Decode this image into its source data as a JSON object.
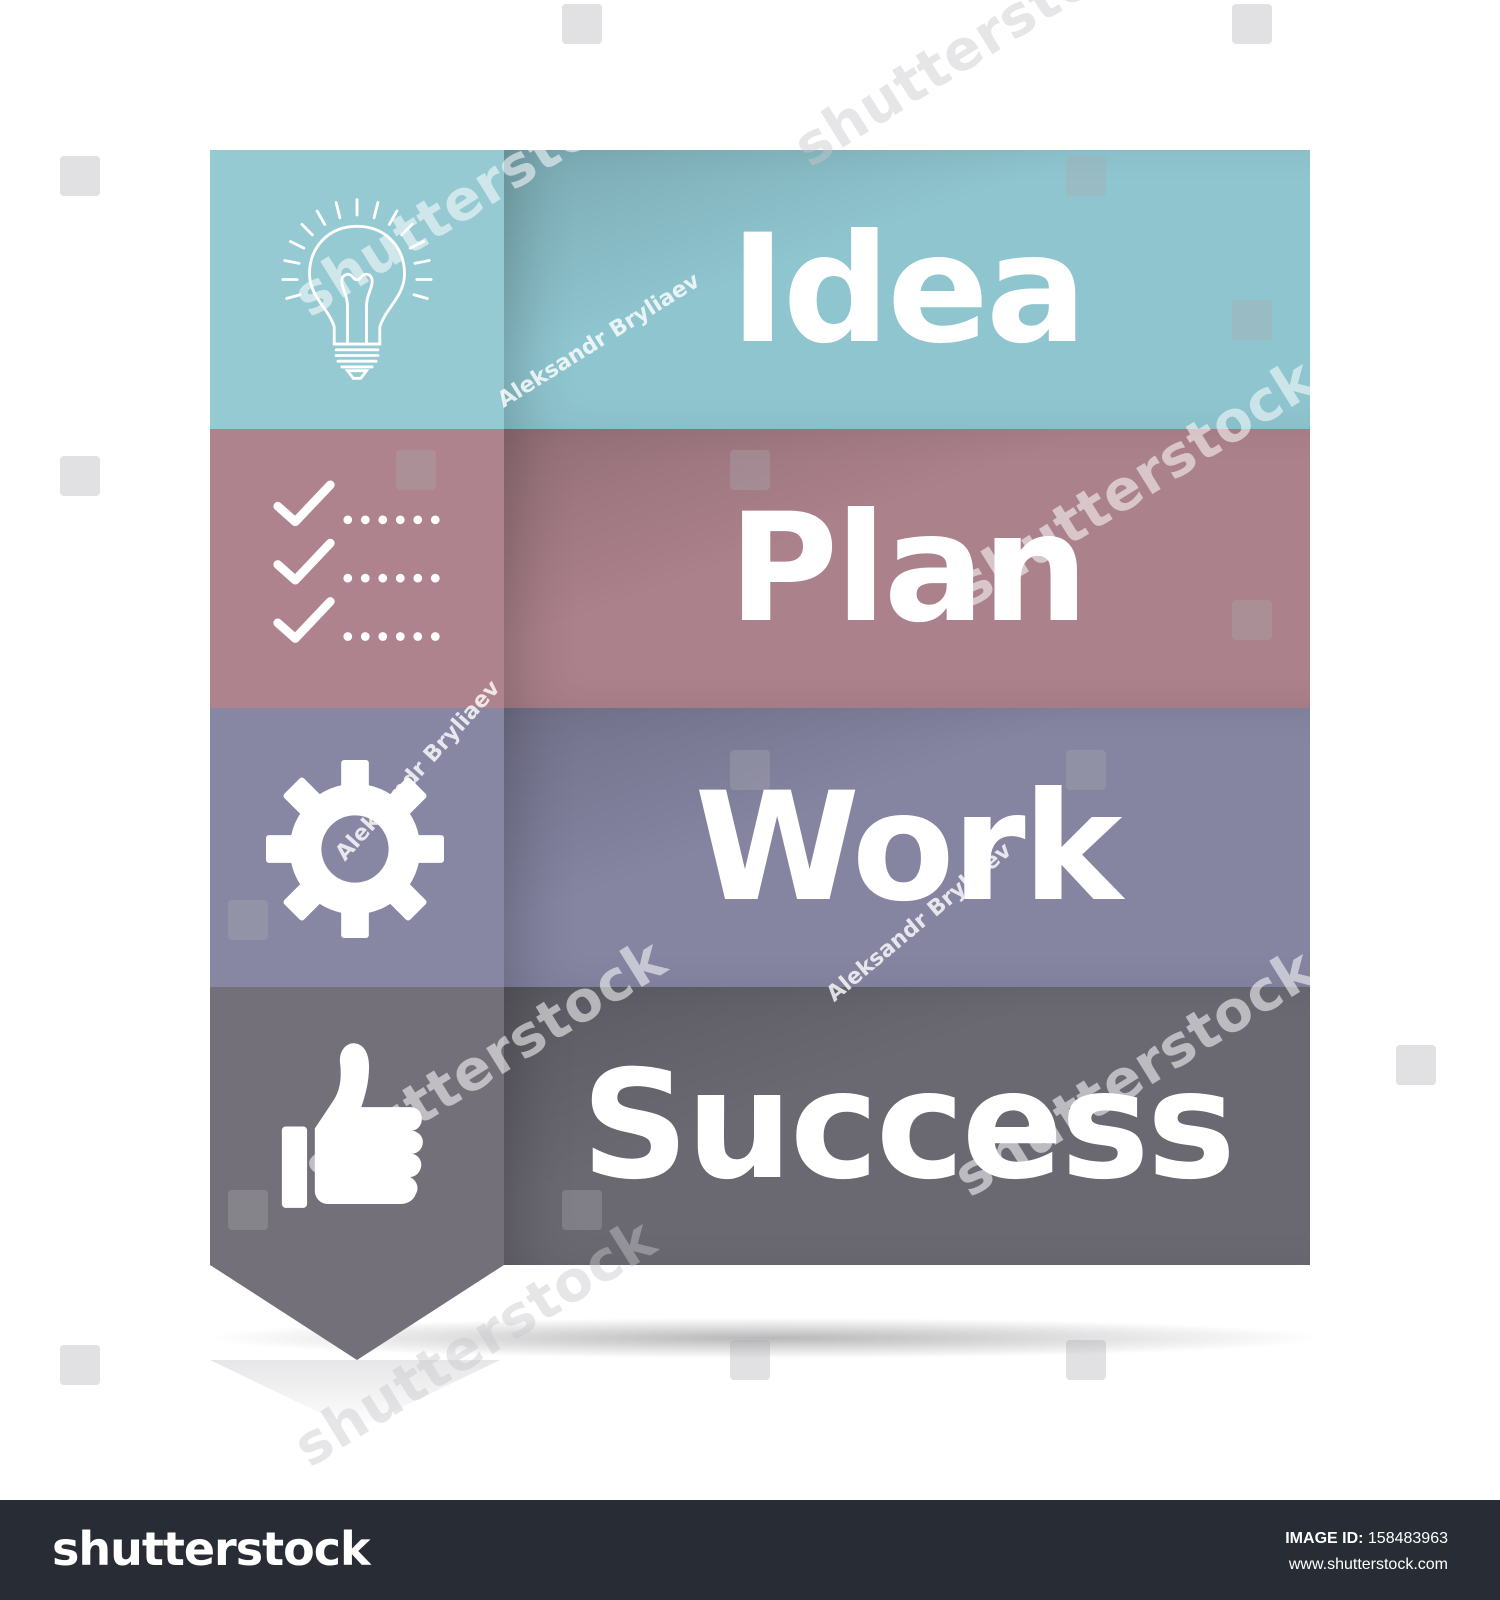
{
  "colors": {
    "idea": "#8fc5cf",
    "plan": "#ab818b",
    "work": "#8584a1",
    "success": "#6a6871",
    "success_icon": "#737079",
    "footer": "#282c35"
  },
  "steps": [
    {
      "label": "Idea",
      "icon": "lightbulb-icon"
    },
    {
      "label": "Plan",
      "icon": "checklist-icon"
    },
    {
      "label": "Work",
      "icon": "gear-icon"
    },
    {
      "label": "Success",
      "icon": "thumbs-up-icon"
    }
  ],
  "watermark": {
    "text": "shutterstock",
    "credit": "Aleksandr Bryliaev"
  },
  "footer": {
    "logo": "shutterstock",
    "image_id_label": "IMAGE ID:",
    "image_id": "158483963",
    "url": "www.shutterstock.com"
  }
}
